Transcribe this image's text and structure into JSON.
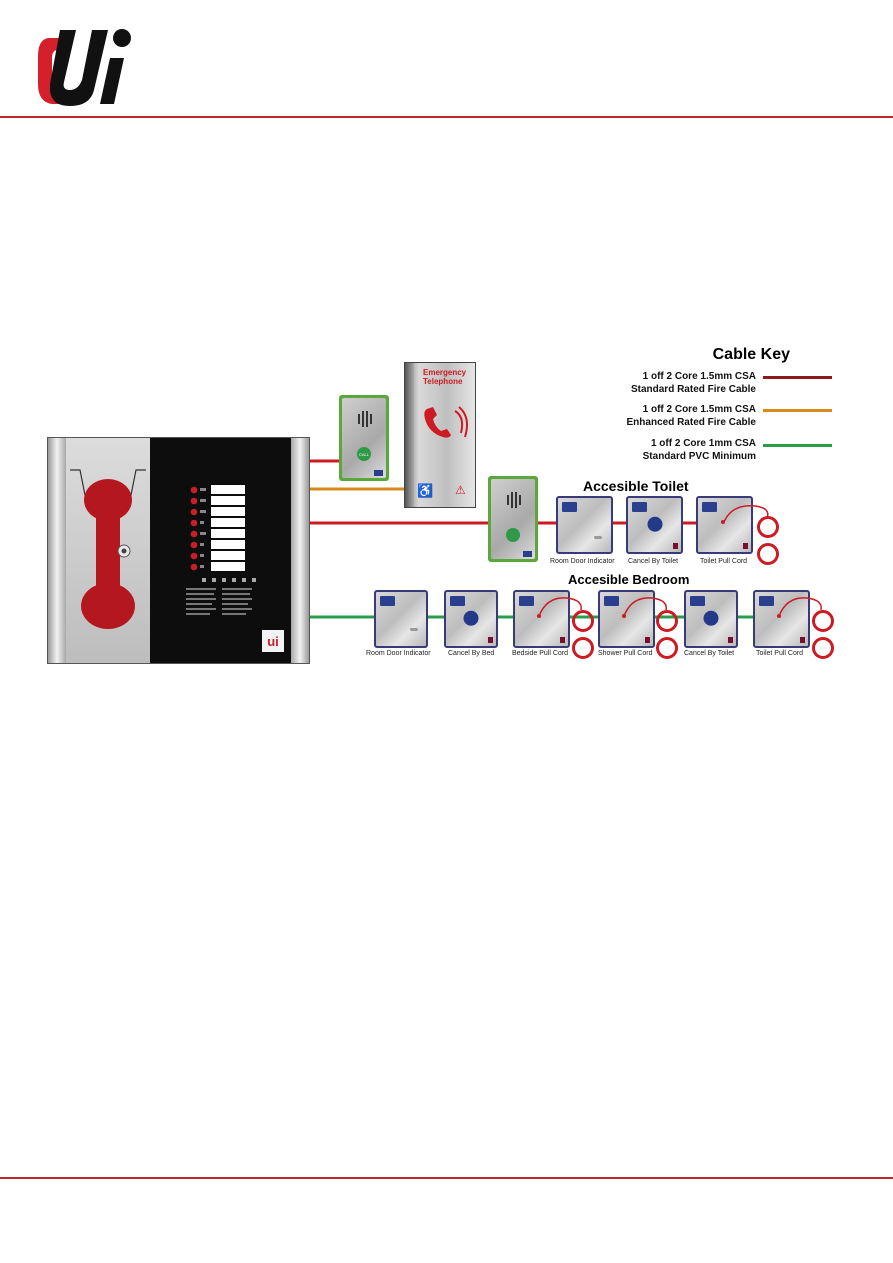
{
  "header": {
    "logo_text": "ui",
    "accent": "#c0272d"
  },
  "cable_key": {
    "title": "Cable Key",
    "entries": [
      {
        "line1": "1 off 2 Core 1.5mm CSA",
        "line2": "Standard Rated Fire Cable",
        "color": "#8b1a1a"
      },
      {
        "line1": "1 off 2 Core 1.5mm CSA",
        "line2": "Enhanced Rated Fire Cable",
        "color": "#d98a1f"
      },
      {
        "line1": "1 off 2 Core 1mm CSA",
        "line2": "Standard PVC Minimum",
        "color": "#2a9d4a"
      }
    ]
  },
  "emergency_telephone": {
    "line1": "Emergency",
    "line2": "Telephone"
  },
  "call_unit": {
    "button_label": "CALL"
  },
  "toilet": {
    "title": "Accesible Toilet",
    "devices": [
      "Room Door Indicator",
      "Cancel By Toilet",
      "Toilet Pull Cord"
    ]
  },
  "bedroom": {
    "title": "Accesible Bedroom",
    "devices": [
      "Room Door Indicator",
      "Cancel By Bed",
      "Bedside Pull Cord",
      "Shower Pull Cord",
      "Cancel By Toilet",
      "Toilet Pull Cord"
    ]
  },
  "panel": {
    "zones": 8,
    "logo_text": "ui"
  }
}
